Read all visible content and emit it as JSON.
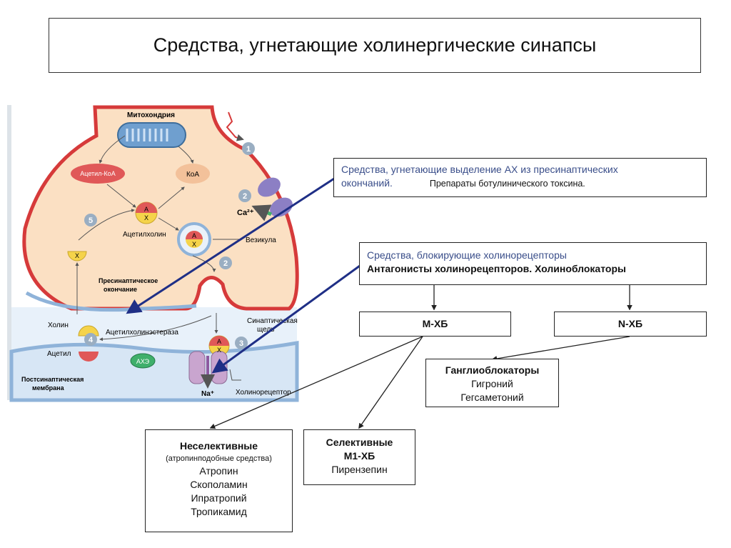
{
  "slide": {
    "title": "Средства, угнетающие холинергические синапсы"
  },
  "boxes": {
    "presynaptic": {
      "line1": "Средства, угнетающие выделение АХ из пресинаптических",
      "line2_a": "окончаний.",
      "line2_b": "Препараты ботулинического токсина."
    },
    "receptor_blockers": {
      "line1": "Средства, блокирующие холинорецепторы",
      "line2": "Антагонисты холинорецепторов. Холиноблокаторы"
    },
    "m_xb": "М-ХБ",
    "n_xb": "N-ХБ",
    "ganglio": {
      "title": "Ганглиоблокаторы",
      "items": [
        "Гигроний",
        "Гегсаметоний"
      ]
    },
    "nonselective": {
      "title": "Неселективные",
      "subtitle": "(атропинподобные средства)",
      "items": [
        "Атропин",
        "Скополамин",
        "Ипратропий",
        "Тропикамид"
      ]
    },
    "selective": {
      "title_1": "Селективные",
      "title_2": "М1-ХБ",
      "item": "Пирензепин"
    }
  },
  "diagram": {
    "mitochondria": "Митохондрия",
    "acetyl_coa": "Ацетил-КоА",
    "coa": "КоА",
    "ach": "Ацетилхолин",
    "vesicle": "Везикула",
    "ca": "Ca²⁺",
    "presynaptic_1": "Пресинаптическое",
    "presynaptic_2": "окончание",
    "synaptic_cleft_1": "Синаптическая",
    "synaptic_cleft_2": "щель",
    "choline": "Холин",
    "acetyl": "Ацетил",
    "ache_enzyme": "Ацетилхолинэстераза",
    "ache_abbr": "АХЭ",
    "postsynaptic_1": "Постсинаптическая",
    "postsynaptic_2": "мембрана",
    "na": "Na⁺",
    "receptor": "Холинорецептор",
    "letter_a": "А",
    "letter_x": "Х",
    "steps": [
      "1",
      "2",
      "2",
      "3",
      "4",
      "5"
    ]
  },
  "colors": {
    "membrane_red": "#d63a3a",
    "membrane_blue": "#8fb3d9",
    "cytoplasm": "#fbe0c3",
    "cleft": "#e8f1fa",
    "pointer_arrow": "#1f2f86",
    "step_circle": "#9aaec2",
    "receptor": "#c9a5cf"
  }
}
